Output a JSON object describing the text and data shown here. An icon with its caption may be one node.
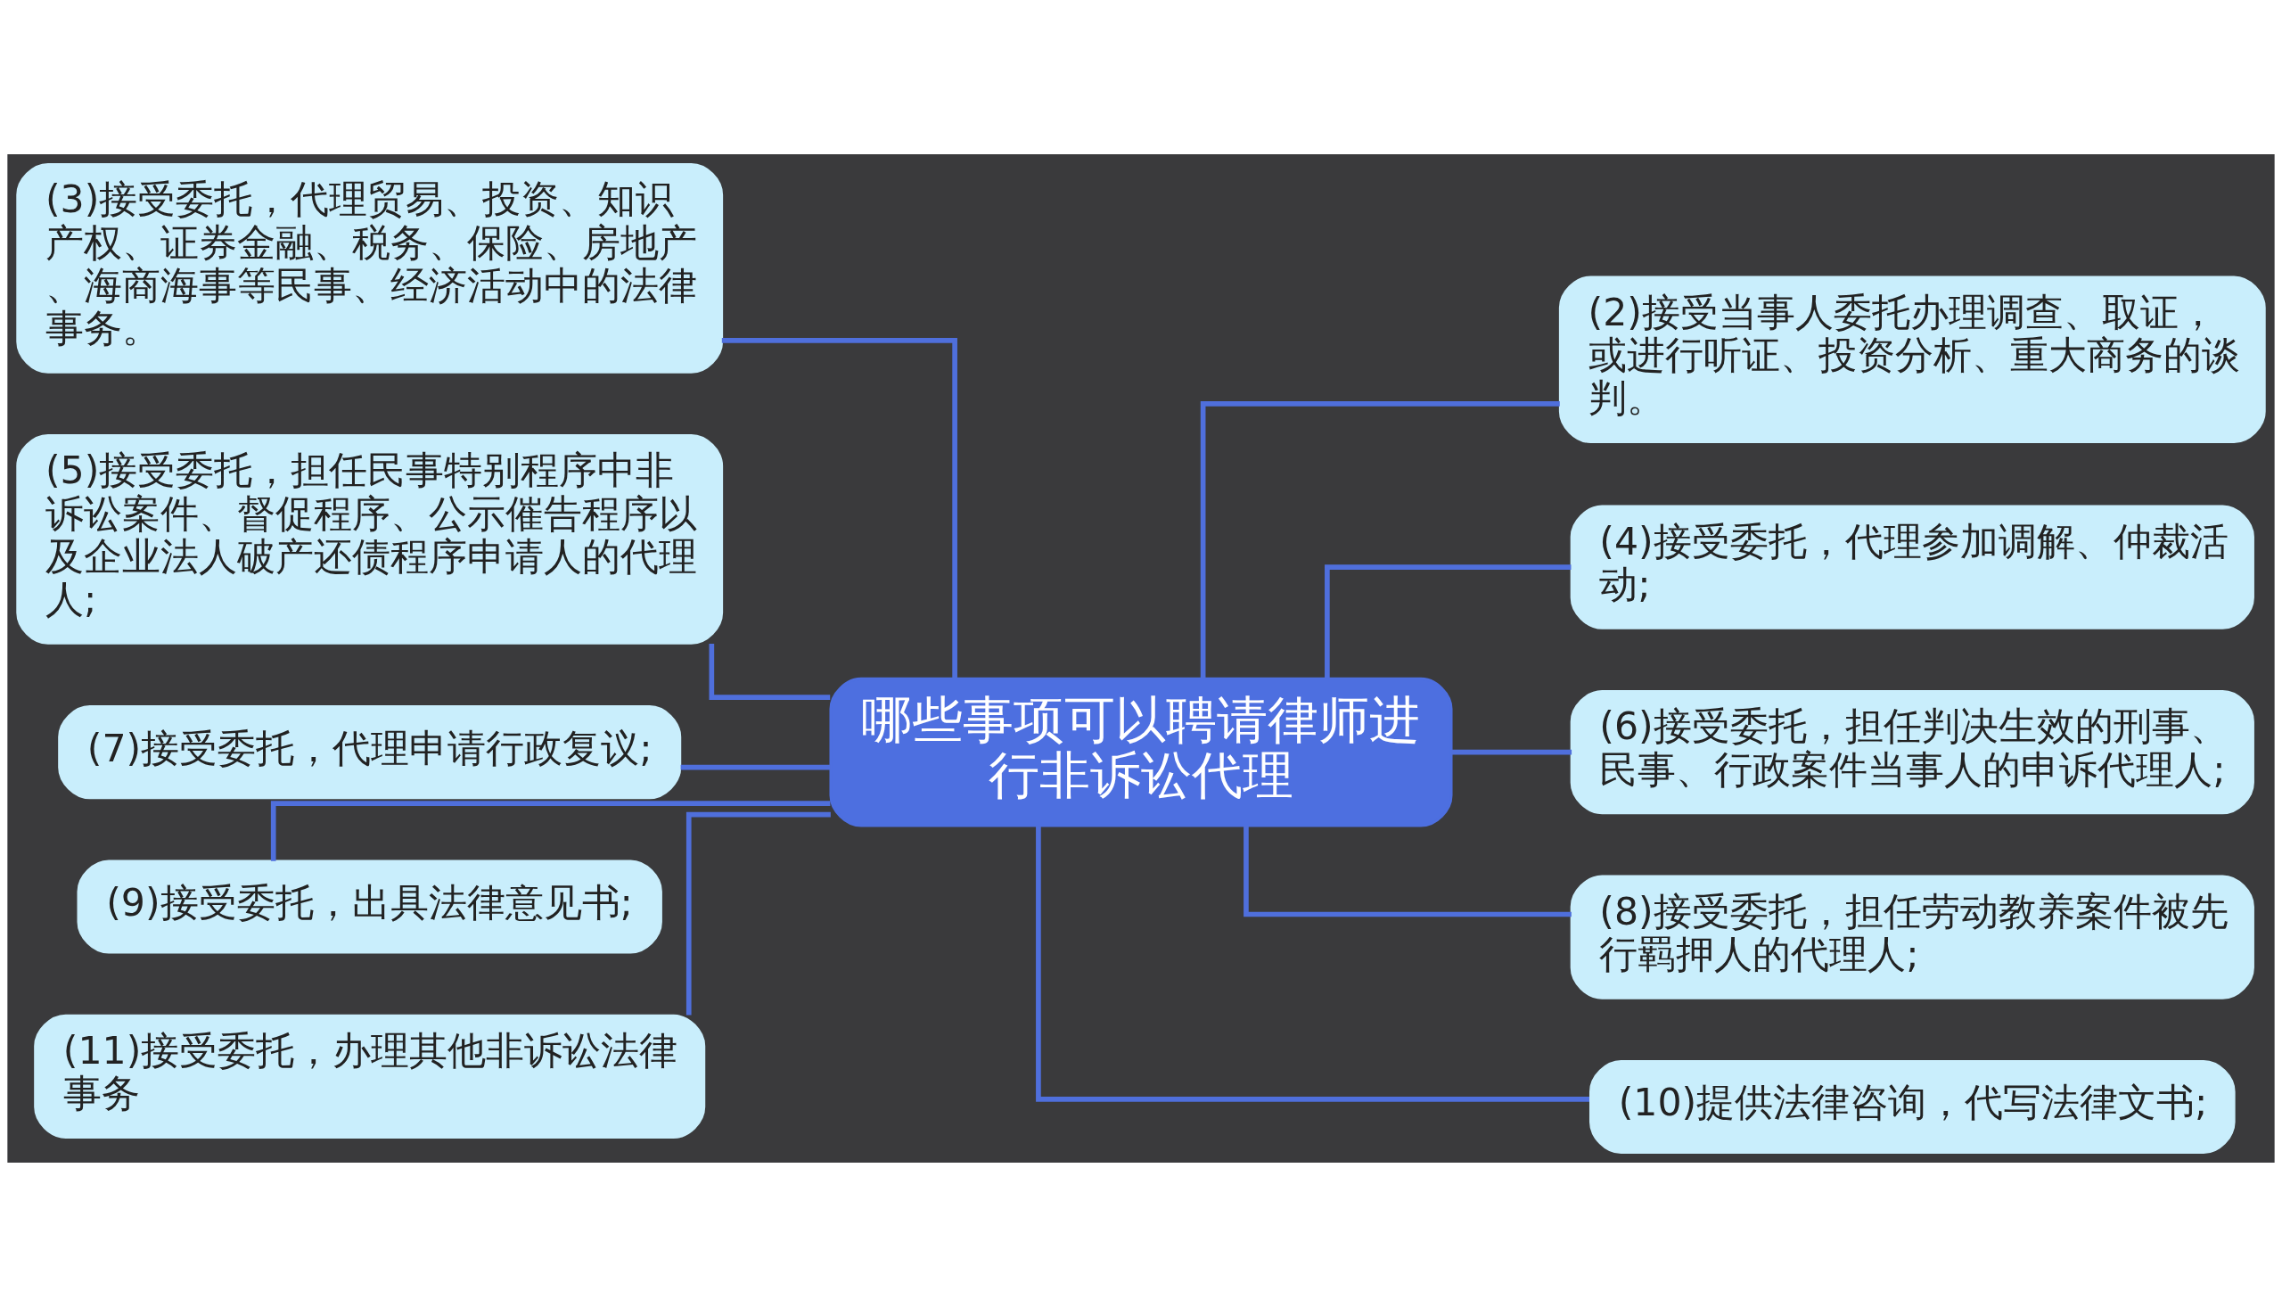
{
  "diagram": {
    "nodes": [
      {
        "text": [
          "哪些事项可以聘请律师进行非诉讼代理"
        ]
      },
      {
        "text": [
          "(3)接受委托，代理贸易、投资、知识产权、证券金融、税务、保险、房地产、海商海事等民事、经济活动中的法律事务。"
        ]
      },
      {
        "text": [
          "(5)接受委托，担任民事特别程序中非诉讼案件、督促程序、公示催告程序以及企业法人破产还债程序申请人的代理人;"
        ]
      },
      {
        "text": [
          "(7)接受委托，代理申请行政复议;"
        ]
      },
      {
        "text": [
          "(9)接受委托，出具法律意见书;"
        ]
      },
      {
        "text": [
          "(11)接受委托，办理其他非诉讼法律事务"
        ]
      },
      {
        "text": [
          "(2)接受当事人委托办理调查、取证，或进行听证、投资分析、重大商务的谈判。"
        ]
      },
      {
        "text": [
          "(4)接受委托，代理参加调解、仲裁活动;"
        ]
      },
      {
        "text": [
          "(6)接受委托，担任判决生效的刑事、民事、行政案件当事人的申诉代理人;"
        ]
      },
      {
        "text": [
          "(8)接受委托，担任劳动教养案件被先行羁押人的代理人;"
        ]
      },
      {
        "text": [
          "(10)提供法律咨询，代写法律文书;"
        ]
      }
    ],
    "edges": [
      {
        "from": 0,
        "to": 1,
        "arrow": "none"
      },
      {
        "from": 0,
        "to": 2,
        "arrow": "none"
      },
      {
        "from": 0,
        "to": 3,
        "arrow": "none"
      },
      {
        "from": 0,
        "to": 4,
        "arrow": "none"
      },
      {
        "from": 0,
        "to": 5,
        "arrow": "none"
      },
      {
        "from": 0,
        "to": 6,
        "arrow": "none"
      },
      {
        "from": 0,
        "to": 7,
        "arrow": "none"
      },
      {
        "from": 0,
        "to": 8,
        "arrow": "none"
      },
      {
        "from": 0,
        "to": 9,
        "arrow": "none"
      },
      {
        "from": 0,
        "to": 10,
        "arrow": "none"
      }
    ]
  }
}
